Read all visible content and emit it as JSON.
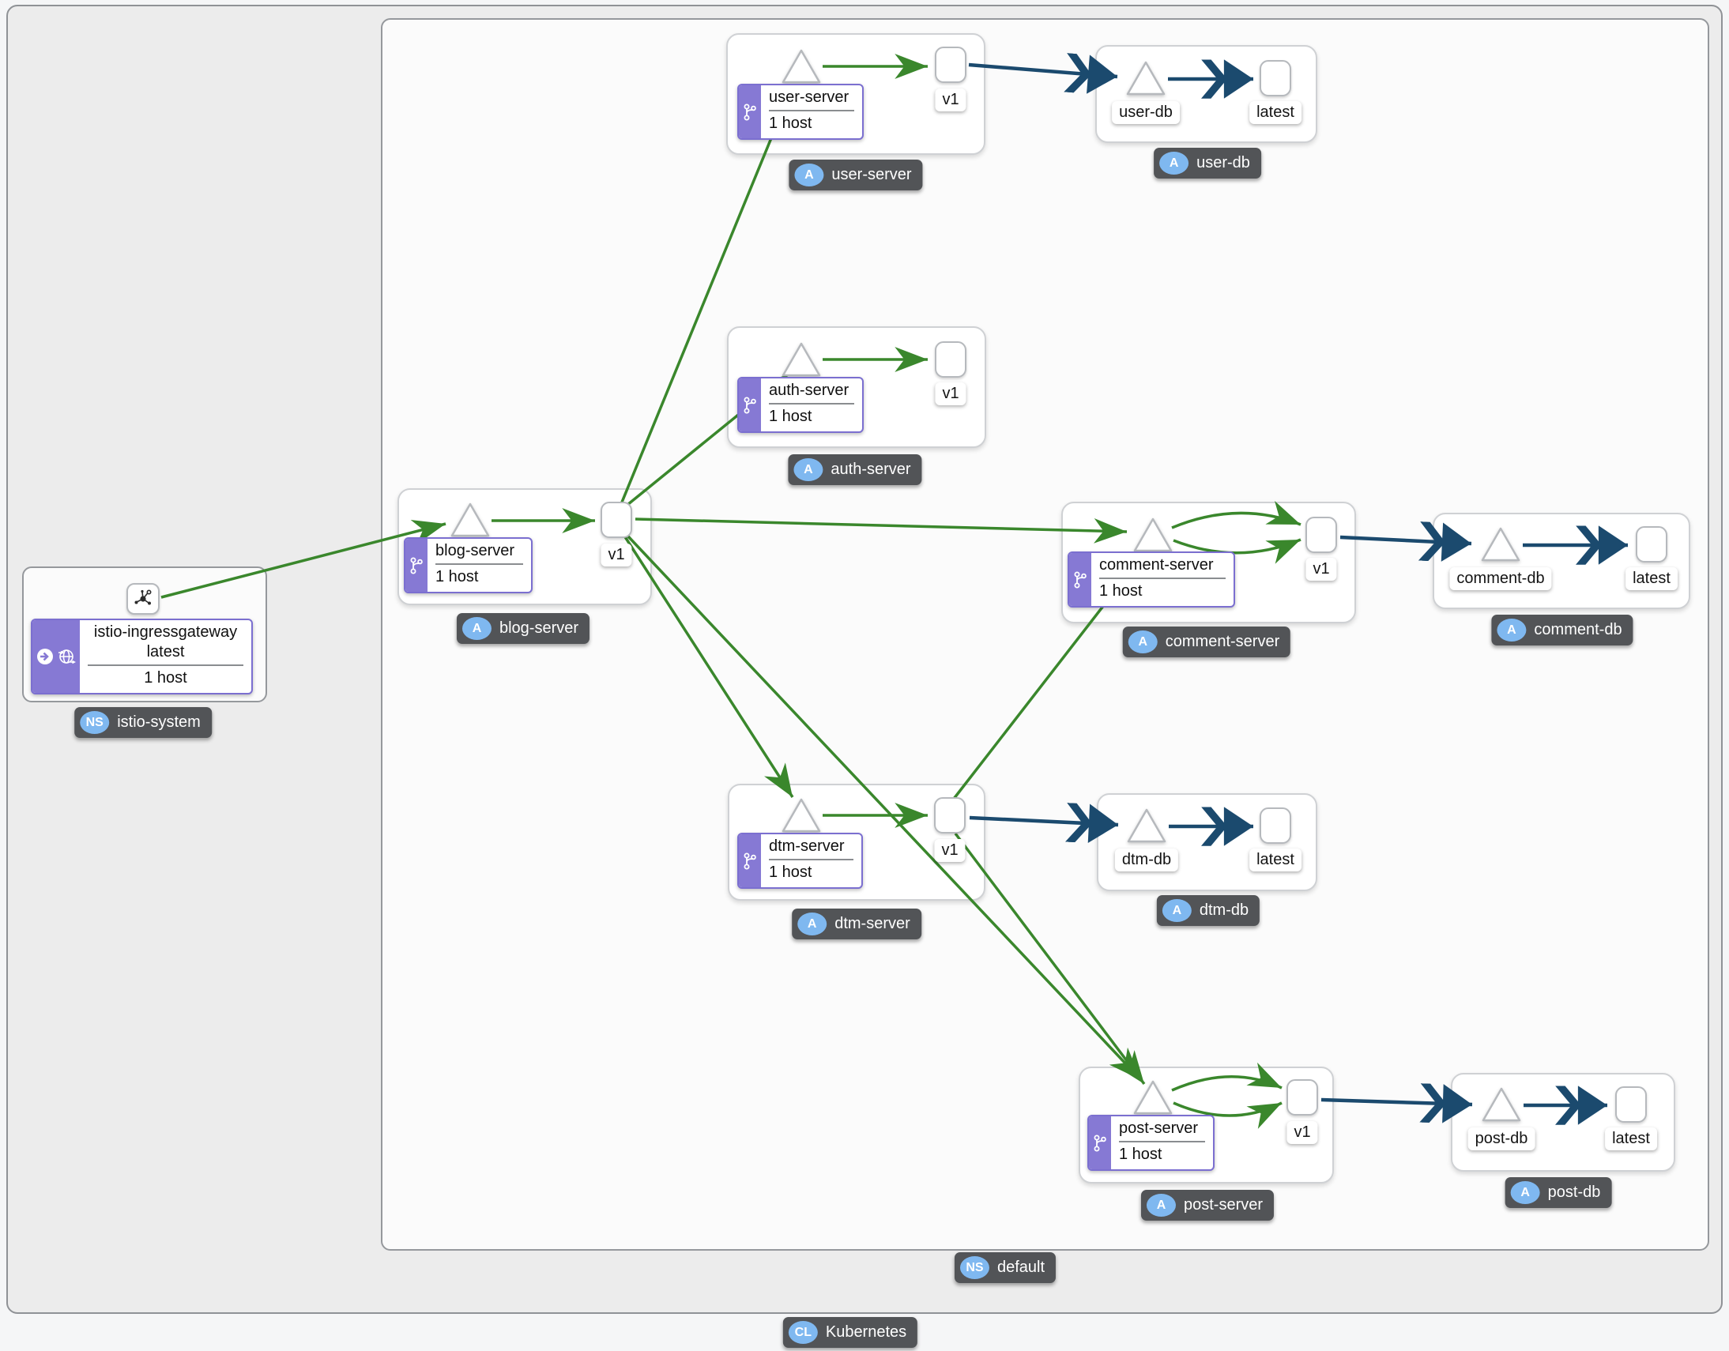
{
  "cluster": {
    "badge": "CL",
    "name": "Kubernetes"
  },
  "namespaces": {
    "istio": {
      "badge": "NS",
      "name": "istio-system"
    },
    "default_ns": {
      "badge": "NS",
      "name": "default"
    }
  },
  "gateway": {
    "name": "istio-ingressgateway",
    "version": "latest",
    "hosts": "1 host"
  },
  "apps": {
    "user": {
      "name": "user-server",
      "hosts": "1 host",
      "version": "v1",
      "tag_badge": "A",
      "tag_label": "user-server"
    },
    "auth": {
      "name": "auth-server",
      "hosts": "1 host",
      "version": "v1",
      "tag_badge": "A",
      "tag_label": "auth-server"
    },
    "blog": {
      "name": "blog-server",
      "hosts": "1 host",
      "version": "v1",
      "tag_badge": "A",
      "tag_label": "blog-server"
    },
    "comment": {
      "name": "comment-server",
      "hosts": "1 host",
      "version": "v1",
      "tag_badge": "A",
      "tag_label": "comment-server"
    },
    "dtm": {
      "name": "dtm-server",
      "hosts": "1 host",
      "version": "v1",
      "tag_badge": "A",
      "tag_label": "dtm-server"
    },
    "post": {
      "name": "post-server",
      "hosts": "1 host",
      "version": "v1",
      "tag_badge": "A",
      "tag_label": "post-server"
    }
  },
  "dbs": {
    "user": {
      "service": "user-db",
      "workload": "latest",
      "tag_badge": "A",
      "tag_label": "user-db"
    },
    "comment": {
      "service": "comment-db",
      "workload": "latest",
      "tag_badge": "A",
      "tag_label": "comment-db"
    },
    "dtm": {
      "service": "dtm-db",
      "workload": "latest",
      "tag_badge": "A",
      "tag_label": "dtm-db"
    },
    "post": {
      "service": "post-db",
      "workload": "latest",
      "tag_badge": "A",
      "tag_label": "post-db"
    }
  },
  "colors": {
    "edge_http": "#3a872c",
    "edge_tcp": "#1b4a6e",
    "purple": "#8679d4",
    "purple_border": "#7b6fd0",
    "badge_blue": "#7fb8f0",
    "tag_bg": "#525457"
  },
  "icons": {
    "mesh": "mesh-icon",
    "git_branch": "git-branch-icon",
    "arrow_circle": "arrow-circle-icon",
    "gateway_globe": "gateway-globe-icon"
  }
}
